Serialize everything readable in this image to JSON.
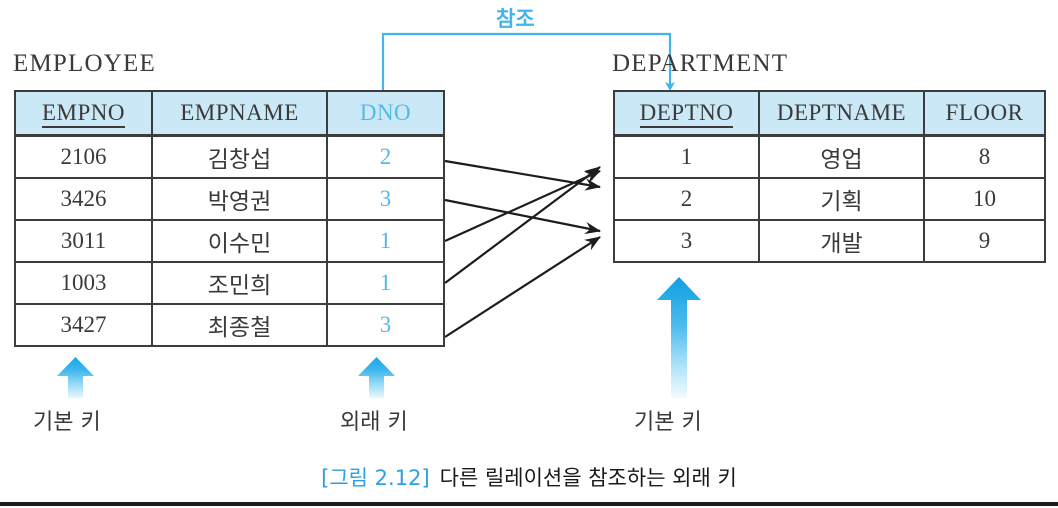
{
  "employee": {
    "title": "EMPLOYEE",
    "columns": [
      {
        "label": "EMPNO",
        "key": "primary"
      },
      {
        "label": "EMPNAME",
        "key": "none"
      },
      {
        "label": "DNO",
        "key": "foreign"
      }
    ],
    "rows": [
      {
        "empno": "2106",
        "empname": "김창섭",
        "dno": "2"
      },
      {
        "empno": "3426",
        "empname": "박영권",
        "dno": "3"
      },
      {
        "empno": "3011",
        "empname": "이수민",
        "dno": "1"
      },
      {
        "empno": "1003",
        "empname": "조민희",
        "dno": "1"
      },
      {
        "empno": "3427",
        "empname": "최종철",
        "dno": "3"
      }
    ]
  },
  "department": {
    "title": "DEPARTMENT",
    "columns": [
      {
        "label": "DEPTNO",
        "key": "primary"
      },
      {
        "label": "DEPTNAME",
        "key": "none"
      },
      {
        "label": "FLOOR",
        "key": "none"
      }
    ],
    "rows": [
      {
        "deptno": "1",
        "deptname": "영업",
        "floor": "8"
      },
      {
        "deptno": "2",
        "deptname": "기획",
        "floor": "10"
      },
      {
        "deptno": "3",
        "deptname": "개발",
        "floor": "9"
      }
    ]
  },
  "annotations": {
    "reference": "참조",
    "primary_key_employee": "기본 키",
    "foreign_key_dno": "외래 키",
    "primary_key_department": "기본 키"
  },
  "caption": {
    "figure_number": "[그림 2.12]",
    "text": "다른 릴레이션을 참조하는 외래 키"
  },
  "colors": {
    "header_fill": "#cbe8f7",
    "accent_blue": "#44b4ec",
    "foreign_key_text": "#55b9e8",
    "border": "#3c3c3c",
    "text": "#3a3a3a",
    "caption_figno": "#2f9fe0"
  },
  "links": [
    {
      "from_row": 1,
      "from_value": "2",
      "to_row": 2
    },
    {
      "from_row": 2,
      "from_value": "3",
      "to_row": 3
    },
    {
      "from_row": 3,
      "from_value": "1",
      "to_row": 1
    },
    {
      "from_row": 4,
      "from_value": "1",
      "to_row": 1
    },
    {
      "from_row": 5,
      "from_value": "3",
      "to_row": 3
    }
  ]
}
